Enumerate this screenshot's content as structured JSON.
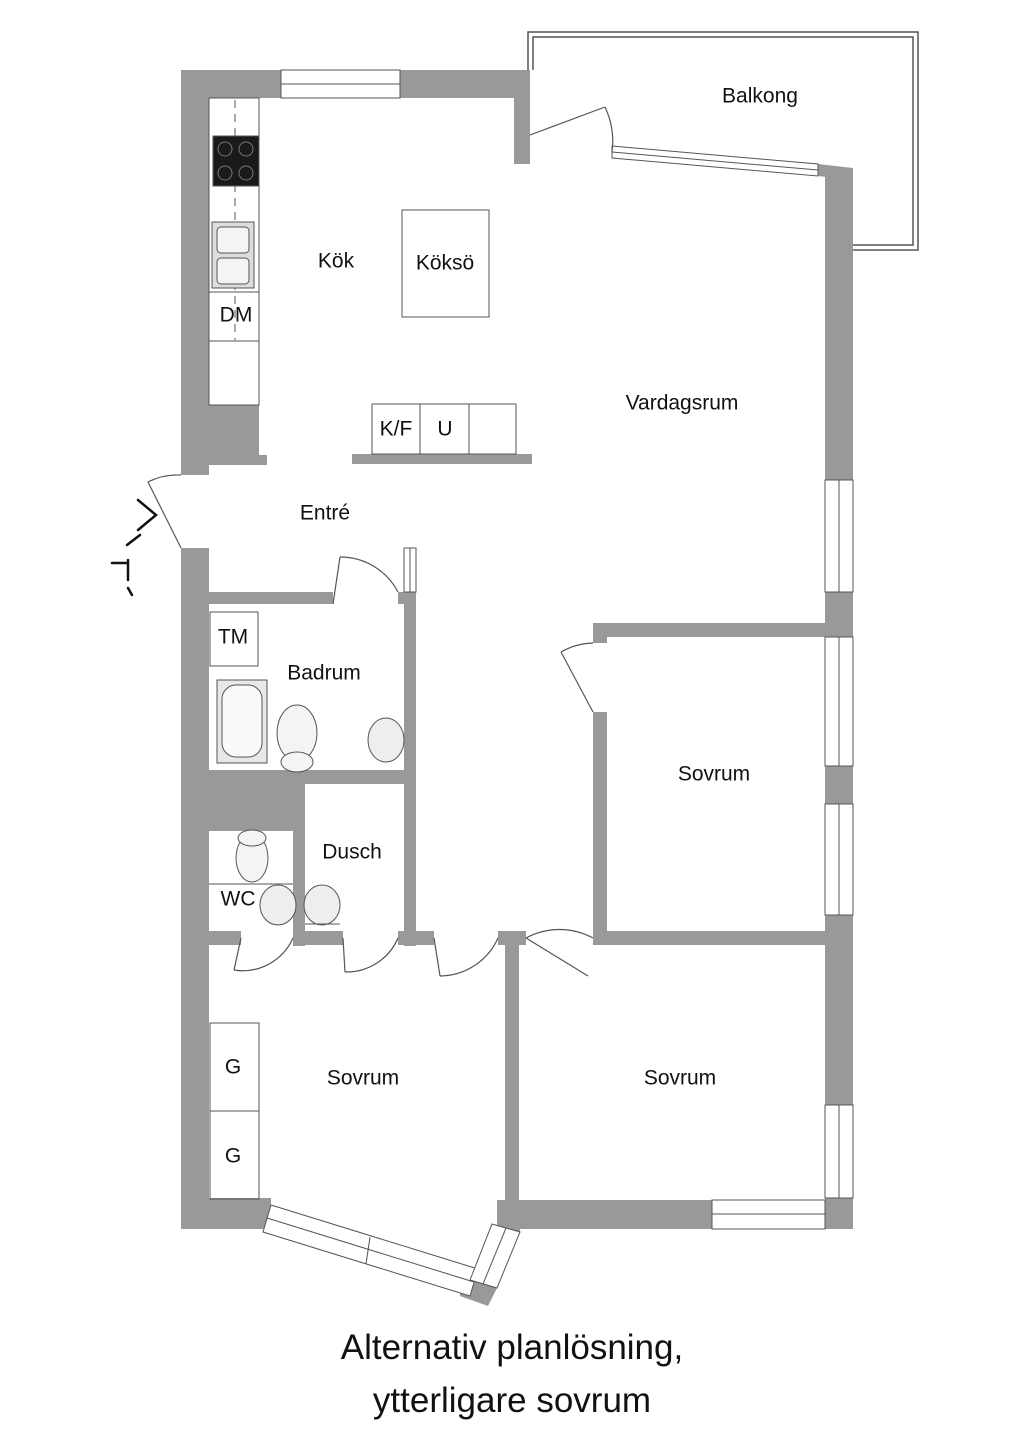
{
  "rooms": {
    "balkong": "Balkong",
    "kok": "Kök",
    "koksö": "Köksö",
    "dm": "DM",
    "vardagsrum": "Vardagsrum",
    "kf": "K/F",
    "u": "U",
    "entre": "Entré",
    "tm": "TM",
    "badrum": "Badrum",
    "dusch": "Dusch",
    "wc": "WC",
    "sovrum_right": "Sovrum",
    "sovrum_bottom_left": "Sovrum",
    "sovrum_bottom_right": "Sovrum",
    "g1": "G",
    "g2": "G"
  },
  "caption": {
    "line1": "Alternativ planlösning,",
    "line2": "ytterligare sovrum"
  },
  "colors": {
    "wall": "#999999",
    "line": "#555555",
    "stove": "#1a1a1a"
  }
}
